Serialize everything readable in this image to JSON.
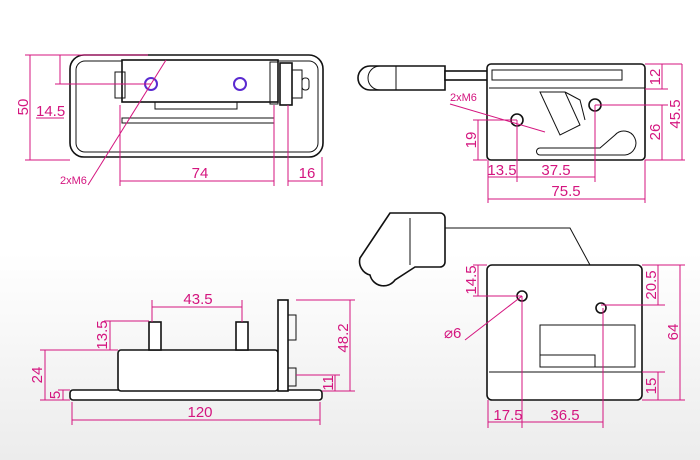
{
  "drawing": {
    "top_view": {
      "dim_height": "50",
      "dim_hole_offset": "14.5",
      "dim_hole_spacing": "74",
      "dim_side": "16",
      "hole_note": "2xM6"
    },
    "side_view_top": {
      "dim_top": "12",
      "dim_total_height": "45.5",
      "dim_hole_right": "26",
      "dim_hole_left": "19",
      "dim_left_offset": "13.5",
      "dim_hole_spacing": "37.5",
      "dim_width": "75.5",
      "hole_note": "2xM6"
    },
    "front_view": {
      "dim_stud_spacing": "43.5",
      "dim_stud_height": "13.5",
      "dim_total_height": "48.2",
      "dim_body_height": "24",
      "dim_base": "5",
      "dim_bracket": "11",
      "dim_length": "120"
    },
    "side_view_bottom": {
      "dim_top_left": "14.5",
      "dim_top_right": "20.5",
      "dim_height": "64",
      "dim_bottom": "15",
      "dim_left_offset": "17.5",
      "dim_hole_spacing": "36.5",
      "dim_diameter": "⌀6"
    }
  },
  "colors": {
    "dimension": "#d4157f",
    "outline": "#111111",
    "hole_highlight": "#5a2ad0"
  }
}
